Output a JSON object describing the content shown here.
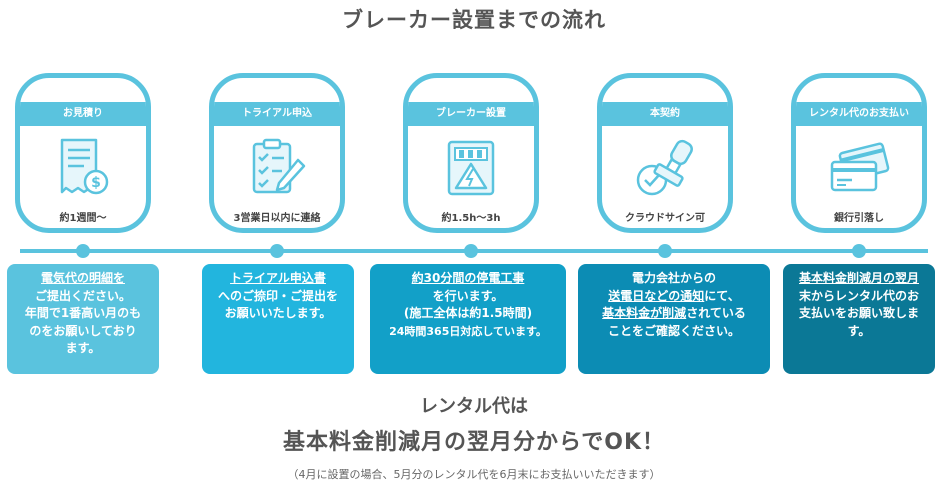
{
  "title": "ブレーカー設置までの流れ",
  "steps": [
    {
      "header": "お見積り",
      "icon": "invoice-icon",
      "caption": "約1週間〜"
    },
    {
      "header": "トライアル申込",
      "icon": "clipboard-checklist-icon",
      "caption": "3営業日以内に連絡"
    },
    {
      "header": "ブレーカー設置",
      "icon": "breaker-panel-icon",
      "caption": "約1.5h〜3h"
    },
    {
      "header": "本契約",
      "icon": "stamp-icon",
      "caption": "クラウドサイン可"
    },
    {
      "header": "レンタル代のお支払い",
      "icon": "credit-cards-icon",
      "caption": "銀行引落し"
    }
  ],
  "descriptions": [
    {
      "l1": "電気代の明細を",
      "l2": "ご提出ください。",
      "l3": "年間で1番高い月のも",
      "l4": "のをお願いしており",
      "l5": "ます。"
    },
    {
      "l1": "トライアル申込書",
      "l2": "へのご捺印・ご提出を",
      "l3": "お願いいたします。"
    },
    {
      "l1": "約30分間の停電工事",
      "l2": "を行います。",
      "l3": "(施工全体は約1.5時間)",
      "l4": "24時間365日対応しています。"
    },
    {
      "l1": "電力会社からの",
      "l2a": "送電日などの通知",
      "l2b": "にて、",
      "l3a": "基本料金が削減",
      "l3b": "されている",
      "l4": "ことをご確認ください。"
    },
    {
      "l1": "基本料金削減月の翌月",
      "l2": "末からレンタル代のお",
      "l3": "支払いをお願い致しま",
      "l4": "す。"
    }
  ],
  "bottom": {
    "line1": "レンタル代は",
    "line2": "基本料金削減月の翌月分からでOK！",
    "note": "（4月に設置の場合、5月分のレンタル代を6月末にお支払いいただきます）"
  },
  "colors": {
    "accent": "#5ac3de",
    "box1": "#5ac3de",
    "box2": "#22b5de",
    "box3": "#12a0c8",
    "box4": "#0c8cb4",
    "box5": "#0b7896"
  }
}
